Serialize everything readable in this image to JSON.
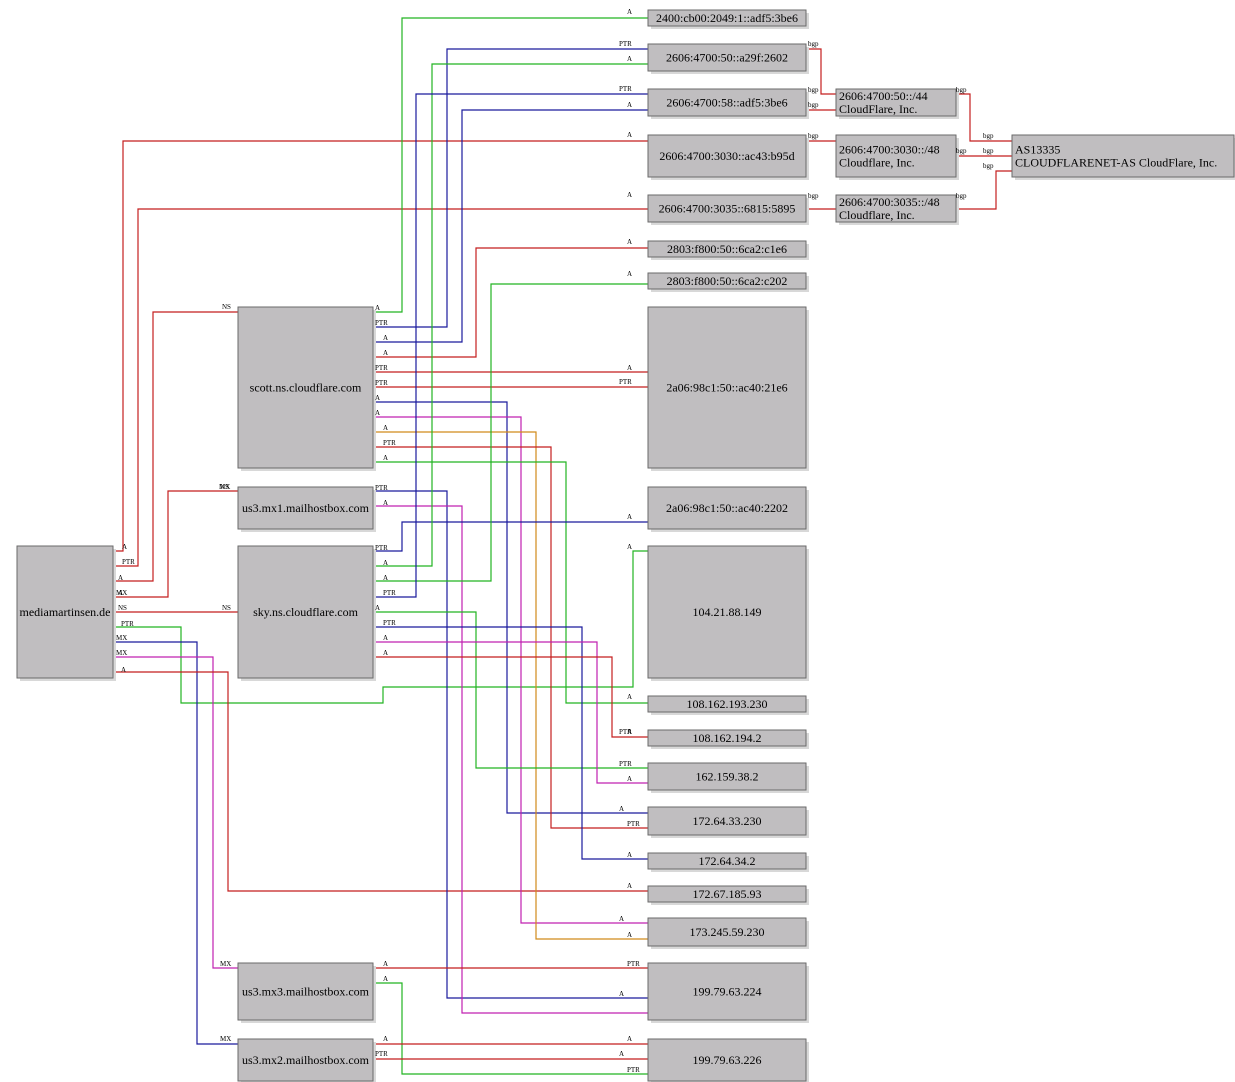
{
  "nodes": [
    {
      "id": "n-2400",
      "name": "node-2400-cb00-2049-1-adf5-3be6",
      "label": [
        "2400:cb00:2049:1::adf5:3be6"
      ]
    },
    {
      "id": "n-2602",
      "name": "node-2606-4700-50-a29f-2602",
      "label": [
        "2606:4700:50::a29f:2602"
      ]
    },
    {
      "id": "n-3be6",
      "name": "node-2606-4700-58-adf5-3be6",
      "label": [
        "2606:4700:58::adf5:3be6"
      ]
    },
    {
      "id": "n-b95d",
      "name": "node-2606-4700-3030-ac43-b95d",
      "label": [
        "2606:4700:3030::ac43:b95d"
      ]
    },
    {
      "id": "n-5895",
      "name": "node-2606-4700-3035-6815-5895",
      "label": [
        "2606:4700:3035::6815:5895"
      ]
    },
    {
      "id": "n-c1e6",
      "name": "node-2803-f800-50-6ca2-c1e6",
      "label": [
        "2803:f800:50::6ca2:c1e6"
      ]
    },
    {
      "id": "n-c202",
      "name": "node-2803-f800-50-6ca2-c202",
      "label": [
        "2803:f800:50::6ca2:c202"
      ]
    },
    {
      "id": "n-21e6",
      "name": "node-2a06-98c1-50-ac40-21e6",
      "label": [
        "2a06:98c1:50::ac40:21e6"
      ]
    },
    {
      "id": "n-2202",
      "name": "node-2a06-98c1-50-ac40-2202",
      "label": [
        "2a06:98c1:50::ac40:2202"
      ]
    },
    {
      "id": "n-104",
      "name": "node-104-21-88-149",
      "label": [
        "104.21.88.149"
      ]
    },
    {
      "id": "n-230a",
      "name": "node-108-162-193-230",
      "label": [
        "108.162.193.230"
      ]
    },
    {
      "id": "n-194",
      "name": "node-108-162-194-2",
      "label": [
        "108.162.194.2"
      ]
    },
    {
      "id": "n-162",
      "name": "node-162-159-38-2",
      "label": [
        "162.159.38.2"
      ]
    },
    {
      "id": "n-172a",
      "name": "node-172-64-33-230",
      "label": [
        "172.64.33.230"
      ]
    },
    {
      "id": "n-172b",
      "name": "node-172-64-34-2",
      "label": [
        "172.64.34.2"
      ]
    },
    {
      "id": "n-172c",
      "name": "node-172-67-185-93",
      "label": [
        "172.67.185.93"
      ]
    },
    {
      "id": "n-173",
      "name": "node-173-245-59-230",
      "label": [
        "173.245.59.230"
      ]
    },
    {
      "id": "n-199a",
      "name": "node-199-79-63-224",
      "label": [
        "199.79.63.224"
      ]
    },
    {
      "id": "n-199b",
      "name": "node-199-79-63-226",
      "label": [
        "199.79.63.226"
      ]
    },
    {
      "id": "n-pfx44",
      "name": "node-prefix-2606-4700-50-44",
      "label": [
        "2606:4700:50::/44",
        "CloudFlare, Inc."
      ]
    },
    {
      "id": "n-pfx3030",
      "name": "node-prefix-2606-4700-3030-48",
      "label": [
        "2606:4700:3030::/48",
        "Cloudflare, Inc."
      ]
    },
    {
      "id": "n-pfx3035",
      "name": "node-prefix-2606-4700-3035-48",
      "label": [
        "2606:4700:3035::/48",
        "Cloudflare, Inc."
      ]
    },
    {
      "id": "n-as",
      "name": "node-as13335",
      "label": [
        "AS13335",
        "CLOUDFLARENET-AS CloudFlare, Inc."
      ]
    },
    {
      "id": "n-media",
      "name": "node-mediamartinsen-de",
      "label": [
        "mediamartinsen.de"
      ]
    },
    {
      "id": "n-scott",
      "name": "node-scott-ns-cloudflare-com",
      "label": [
        "scott.ns.cloudflare.com"
      ]
    },
    {
      "id": "n-mx1",
      "name": "node-us3-mx1-mailhostbox-com",
      "label": [
        "us3.mx1.mailhostbox.com"
      ]
    },
    {
      "id": "n-sky",
      "name": "node-sky-ns-cloudflare-com",
      "label": [
        "sky.ns.cloudflare.com"
      ]
    },
    {
      "id": "n-mx3",
      "name": "node-us3-mx3-mailhostbox-com",
      "label": [
        "us3.mx3.mailhostbox.com"
      ]
    },
    {
      "id": "n-mx2",
      "name": "node-us3-mx2-mailhostbox-com",
      "label": [
        "us3.mx2.mailhostbox.com"
      ]
    }
  ],
  "edge_labels": [
    {
      "text": "A"
    },
    {
      "text": "PTR"
    },
    {
      "text": "A"
    },
    {
      "text": "PTR"
    },
    {
      "text": "A"
    },
    {
      "text": "A"
    },
    {
      "text": "A"
    },
    {
      "text": "A"
    },
    {
      "text": "A"
    },
    {
      "text": "A"
    },
    {
      "text": "PTR"
    },
    {
      "text": "A"
    },
    {
      "text": "A"
    },
    {
      "text": "A"
    },
    {
      "text": "PTR"
    },
    {
      "text": "A"
    },
    {
      "text": "PTR"
    },
    {
      "text": "A"
    },
    {
      "text": "A"
    },
    {
      "text": "PTR"
    },
    {
      "text": "A"
    },
    {
      "text": "A"
    },
    {
      "text": "A"
    },
    {
      "text": "A"
    },
    {
      "text": "PTR"
    },
    {
      "text": "A"
    },
    {
      "text": "A"
    },
    {
      "text": "A"
    },
    {
      "text": "PTR"
    },
    {
      "text": "A"
    },
    {
      "text": "PTR"
    },
    {
      "text": "A"
    },
    {
      "text": "A"
    },
    {
      "text": "PTR"
    },
    {
      "text": "PTR"
    },
    {
      "text": "A"
    },
    {
      "text": "A"
    },
    {
      "text": "A"
    },
    {
      "text": "PTR"
    },
    {
      "text": "A"
    },
    {
      "text": "PTR"
    },
    {
      "text": "A"
    },
    {
      "text": "PTR"
    },
    {
      "text": "A"
    },
    {
      "text": "A"
    },
    {
      "text": "PTR"
    },
    {
      "text": "A"
    },
    {
      "text": "PTR"
    },
    {
      "text": "A"
    },
    {
      "text": "A"
    },
    {
      "text": "A"
    },
    {
      "text": "A"
    },
    {
      "text": "A"
    },
    {
      "text": "PTR"
    },
    {
      "text": "A"
    },
    {
      "text": "PTR"
    },
    {
      "text": "A"
    },
    {
      "text": "A"
    },
    {
      "text": "PTR"
    },
    {
      "text": "A"
    },
    {
      "text": "NS"
    },
    {
      "text": "NS"
    },
    {
      "text": "NS"
    },
    {
      "text": "NS"
    },
    {
      "text": "MX"
    },
    {
      "text": "MX"
    },
    {
      "text": "MX"
    },
    {
      "text": "MX"
    },
    {
      "text": "MX"
    },
    {
      "text": "MX"
    },
    {
      "text": "bgp"
    },
    {
      "text": "bgp"
    },
    {
      "text": "bgp"
    },
    {
      "text": "bgp"
    },
    {
      "text": "bgp"
    },
    {
      "text": "bgp"
    },
    {
      "text": "bgp"
    },
    {
      "text": "bgp"
    },
    {
      "text": "bgp"
    },
    {
      "text": "bgp"
    },
    {
      "text": "bgp"
    }
  ],
  "colors": {
    "node_fill": "#c0bec0",
    "node_stroke": "#6a6a6a",
    "edge_red": "#c41e1e",
    "edge_green": "#22b322",
    "edge_blue": "#1a1a9c",
    "edge_magenta": "#c020b0",
    "edge_orange": "#d08a1a"
  }
}
